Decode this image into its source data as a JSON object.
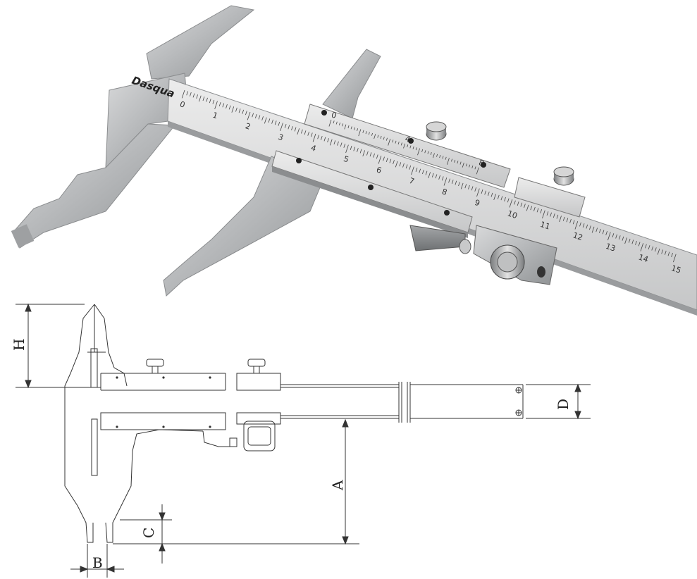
{
  "photo": {
    "brand": "Dasqua",
    "main_scale_numbers": [
      "0",
      "1",
      "2",
      "3",
      "4",
      "5",
      "6",
      "7",
      "8",
      "9",
      "10",
      "11",
      "12",
      "13",
      "14",
      "15"
    ],
    "vernier_numbers": [
      "0",
      "4",
      "8"
    ]
  },
  "drawing": {
    "labels": {
      "h": "H",
      "d": "D",
      "a": "A",
      "c": "C",
      "b": "B"
    }
  }
}
